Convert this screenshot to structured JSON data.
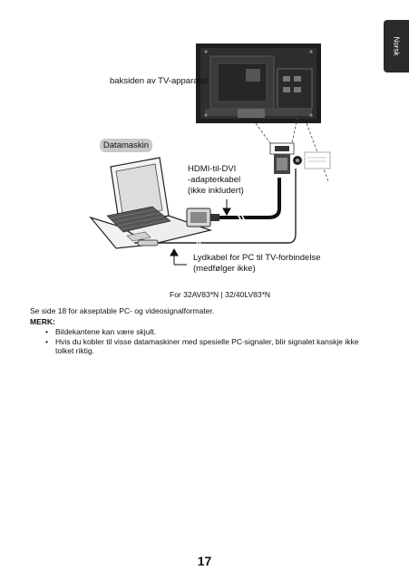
{
  "side_tab": "Norsk",
  "diagram": {
    "tv_back_label": "baksiden av TV-apparatet",
    "pc_label": "Datamaskin",
    "adapter_label": [
      "HDMI-til-DVI",
      "-adapterkabel",
      "(ikke inkludert)"
    ],
    "audio_cable_label": [
      "Lydkabel for PC til TV-forbindelse",
      "(medfølger ikke)"
    ],
    "models_caption": "For 32AV83*N | 32/40LV83*N"
  },
  "body": {
    "see_page": "Se side 18 for akseptable PC- og videosignalformater.",
    "note_heading": "MERK:",
    "notes": [
      "Bildekantene kan være skjult.",
      "Hvis du kobler til visse datamaskiner med spesielle PC-signaler, blir signalet kanskje ikke",
      "tolket riktig."
    ]
  },
  "page_number": "17"
}
